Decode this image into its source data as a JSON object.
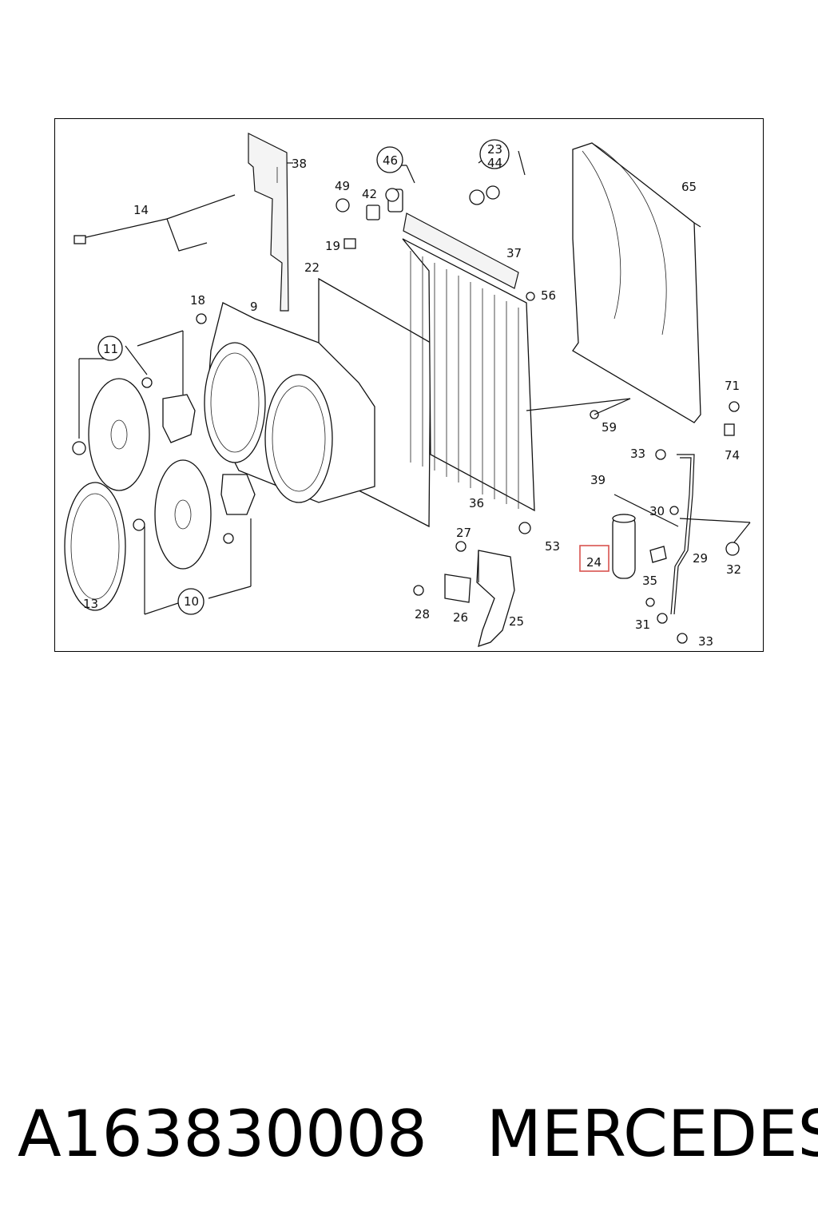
{
  "diagram": {
    "callouts": [
      "38",
      "46",
      "23",
      "44",
      "65",
      "49",
      "42",
      "14",
      "19",
      "22",
      "37",
      "56",
      "18",
      "9",
      "11",
      "71",
      "59",
      "74",
      "33",
      "39",
      "36",
      "30",
      "27",
      "53",
      "24",
      "35",
      "29",
      "32",
      "13",
      "10",
      "28",
      "26",
      "25",
      "31",
      "33"
    ],
    "highlighted_callout": "24",
    "highlight_color": "#d9534f"
  },
  "footer": {
    "part_number": "A163830008",
    "brand": "MERCEDES"
  }
}
